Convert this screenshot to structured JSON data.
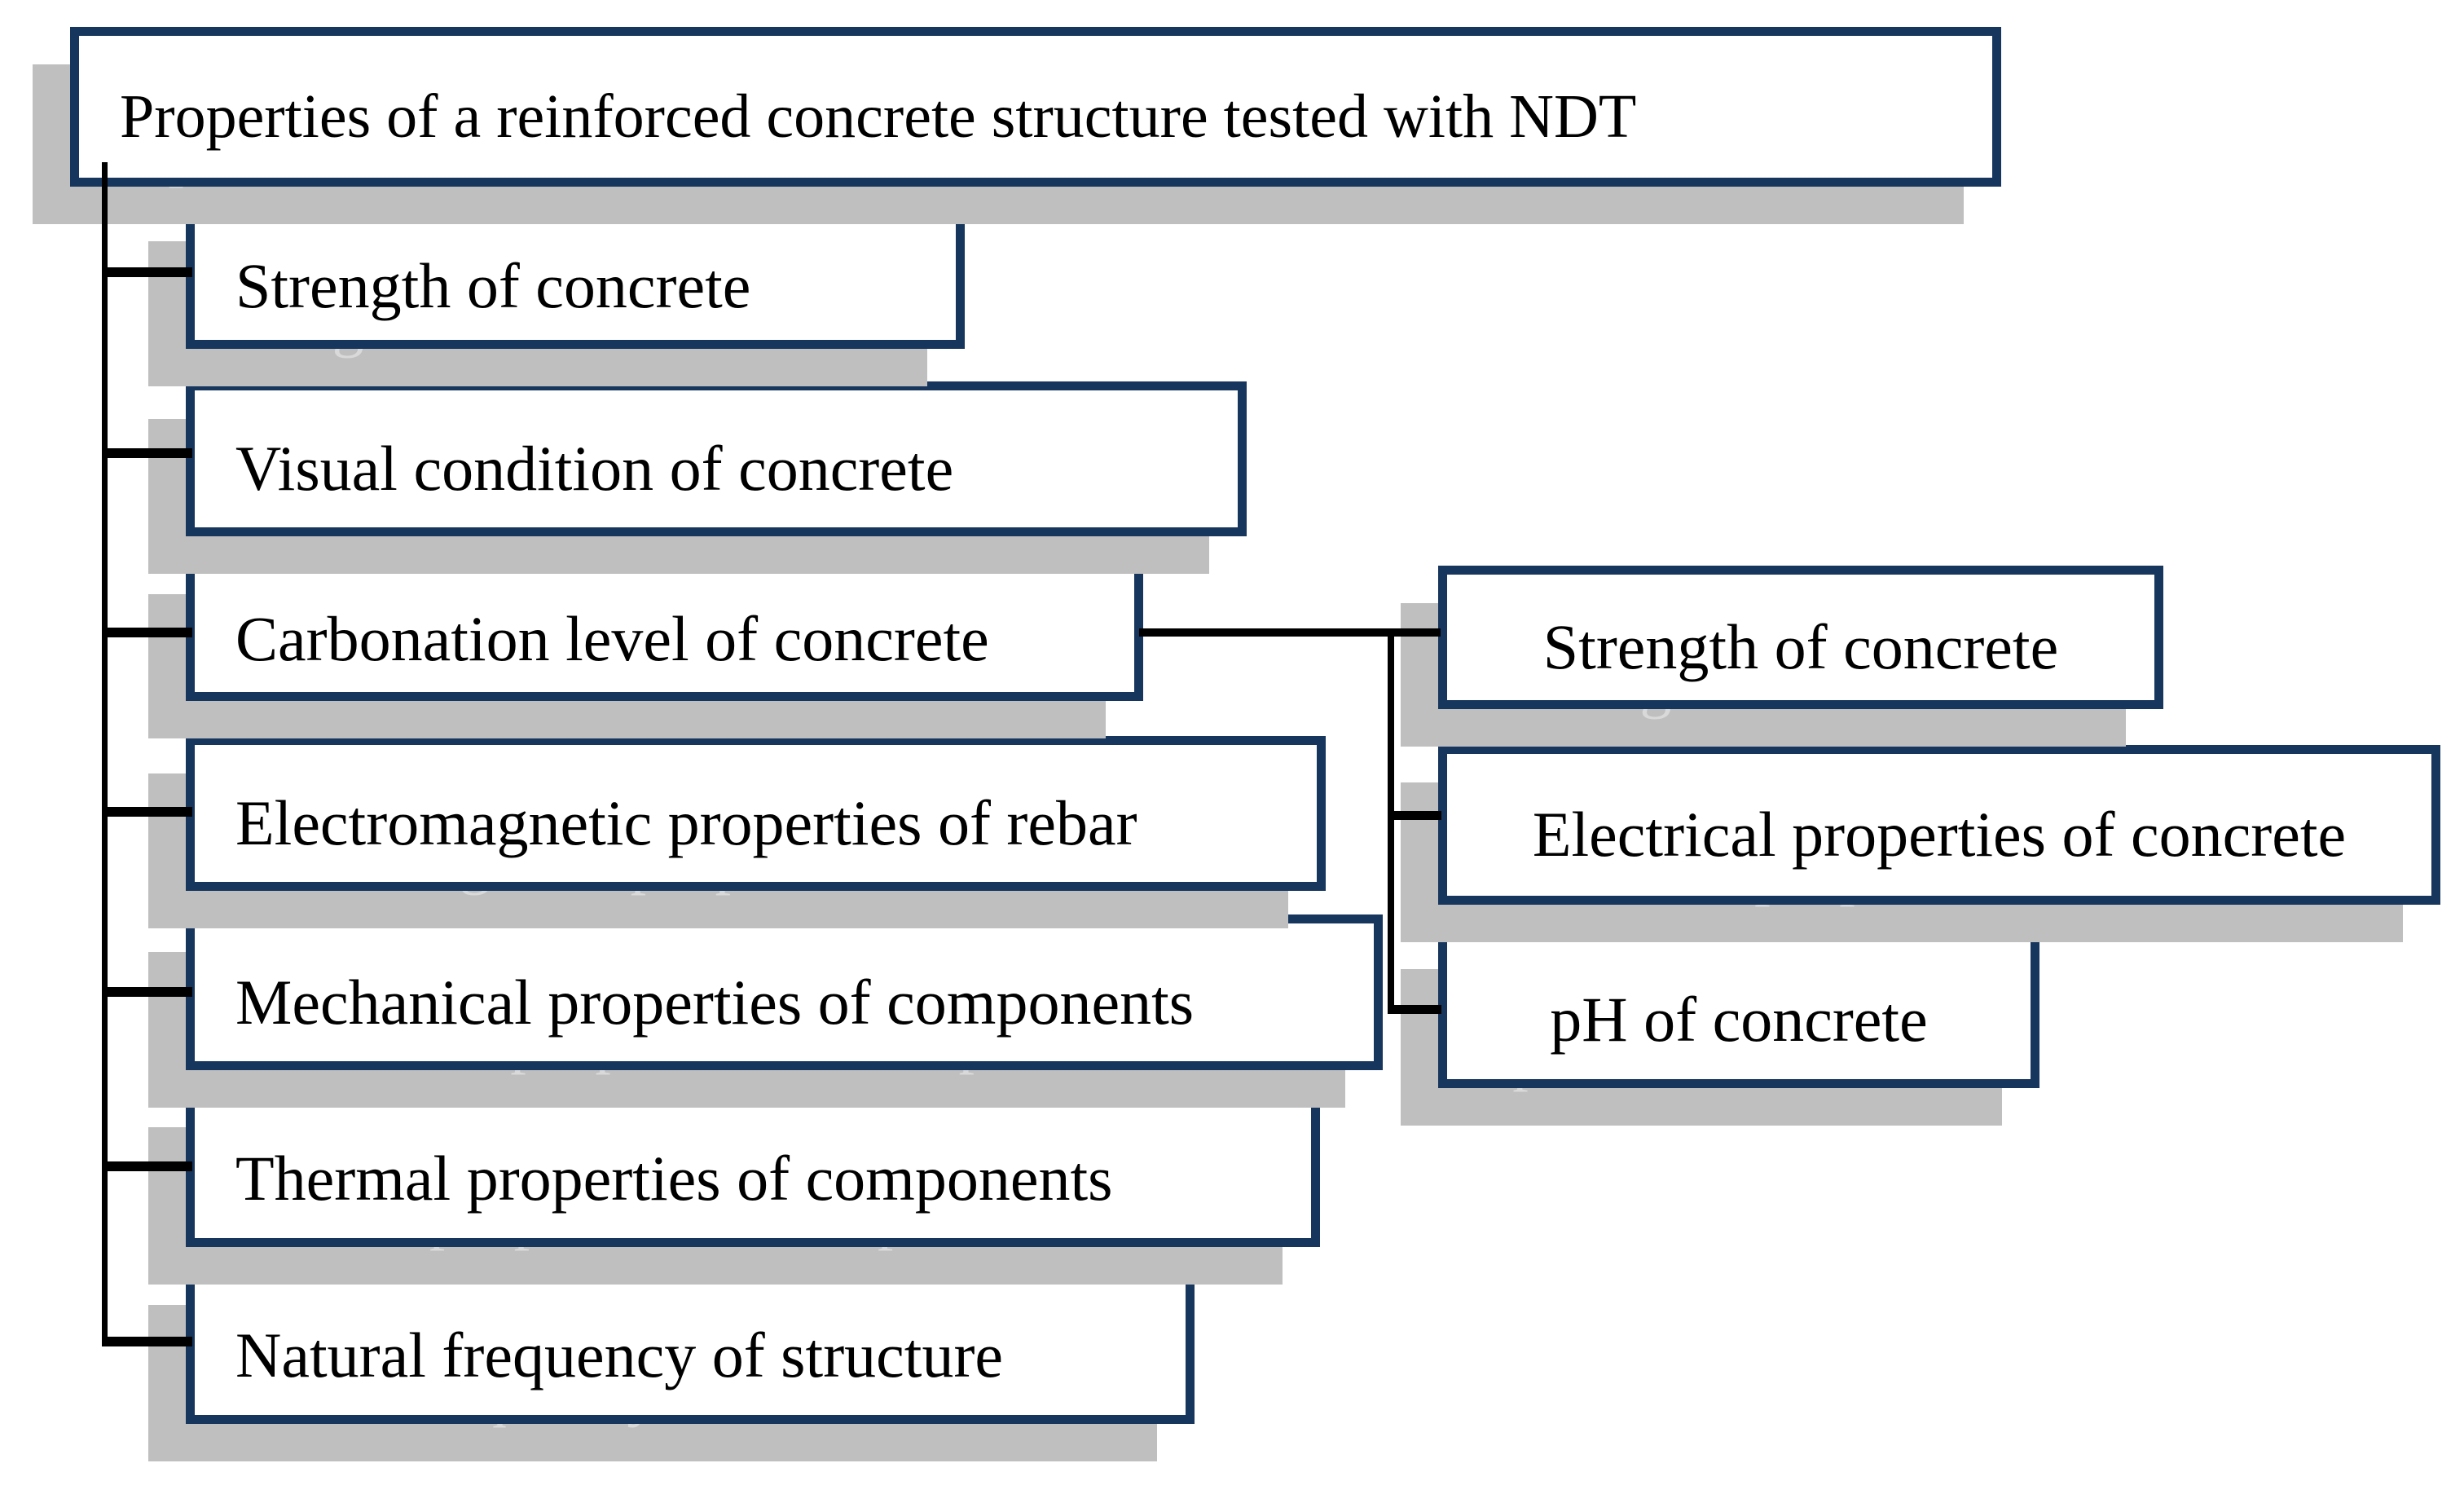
{
  "figure": {
    "root": {
      "label": "Properties of a reinforced concrete structure tested with NDT"
    },
    "children": [
      {
        "label": "Strength of concrete"
      },
      {
        "label": "Visual condition of concrete"
      },
      {
        "label": "Carbonation level of concrete",
        "children": [
          {
            "label": "Strength of concrete"
          },
          {
            "label": "Electrical properties of concrete"
          },
          {
            "label": "pH of concrete"
          }
        ]
      },
      {
        "label": "Electromagnetic properties of rebar"
      },
      {
        "label": "Mechanical properties of components"
      },
      {
        "label": "Thermal properties of components"
      },
      {
        "label": "Natural frequency of structure"
      }
    ],
    "colors": {
      "box_border": "#17365d",
      "box_fill": "#ffffff",
      "shadow": "#bfbfbf",
      "ghost_text": "#d9d9d9",
      "connector": "#000000",
      "text": "#000000",
      "background": "#ffffff"
    }
  }
}
